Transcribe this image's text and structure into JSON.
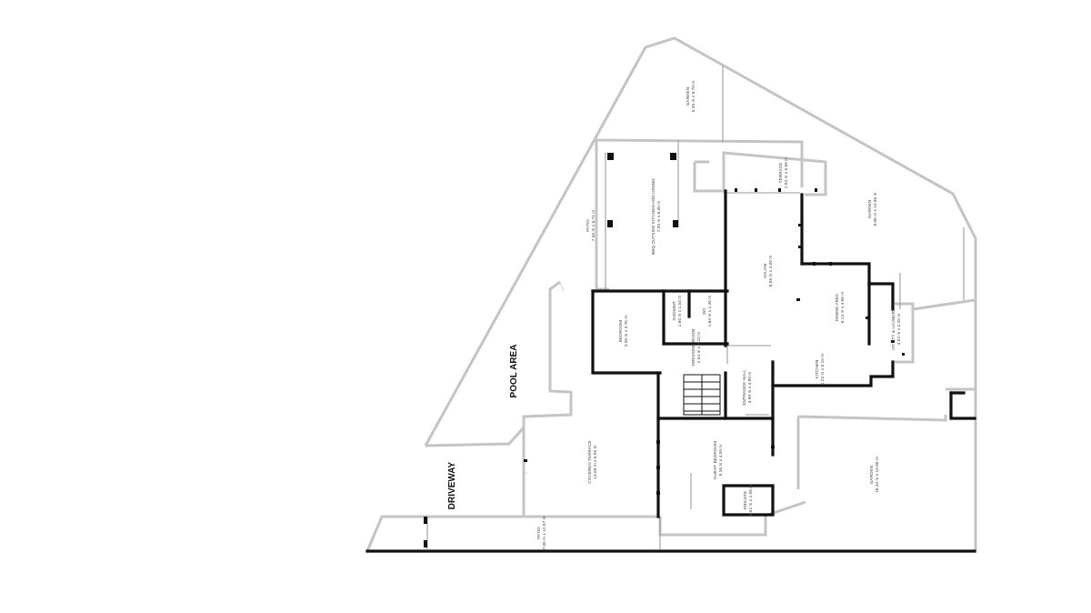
{
  "rooms": {
    "garden_top": {
      "name": "GARDEN",
      "dims": "5.05 m x 6.79 m"
    },
    "bbq": {
      "name": "BBQ OUTSIDE KITCHEN AND DINING",
      "dims": "7.05 m x 6.05 m"
    },
    "patio_left": {
      "name": "PATIO",
      "dims": "7.05 m x 6.71 m"
    },
    "terrace": {
      "name": "TERRACE",
      "dims": "2.54 m x 6.65 m"
    },
    "garden_right": {
      "name": "GARDEN",
      "dims": "8.96 m x 14.95 m"
    },
    "salon": {
      "name": "SALON",
      "dims": "8.56 m x 4.09 m"
    },
    "dining": {
      "name": "DINING AREA",
      "dims": "6.14 m x 4.66 m"
    },
    "utility": {
      "name": "UTILITY & LAUNDRY",
      "dims": "4.52 m x 2.25 m"
    },
    "bedroom": {
      "name": "BEDROOM",
      "dims": "4.36 m x 3.76 m"
    },
    "shower": {
      "name": "SHOWER",
      "dims": "1.60 m x 1.54 m"
    },
    "wc": {
      "name": "WC",
      "dims": "1.60 m x 1.35 m"
    },
    "dressing": {
      "name": "DRESSING ROOM",
      "dims": "2.54 m x 2.23 m"
    },
    "entrance": {
      "name": "ENTRANCE HALL",
      "dims": "3.90 m x 4.89 m"
    },
    "kitchen": {
      "name": "KITCHEN",
      "dims": "2.23 m x 5.15 m"
    },
    "covered_terrace": {
      "name": "COVERED TERRACE",
      "dims": "13.69 m x 6.90 m"
    },
    "guest_bedroom": {
      "name": "GUEST BEDROOM",
      "dims": "5.36 m x 4.09 m"
    },
    "ensuite": {
      "name": "ENSUITE",
      "dims": "4.52 m x 2.58 m"
    },
    "garden_bottom": {
      "name": "GARDEN",
      "dims": "16.20 m x 10.86 m"
    },
    "patio_bottom": {
      "name": "PATIO",
      "dims": "7.05 m x 12.57 m"
    }
  },
  "areas": {
    "pool": "POOL AREA",
    "driveway": "DRIVEWAY"
  }
}
